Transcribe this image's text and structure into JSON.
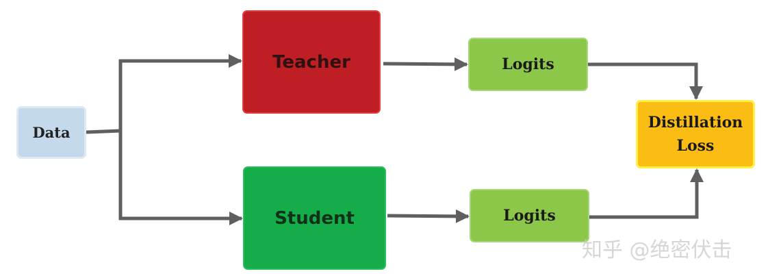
{
  "diagram": {
    "colors": {
      "arrow": "#5f5f5f",
      "data": "#c4d9ec",
      "teacher": "#be1e24",
      "student": "#15ad4a",
      "logits": "#8cc74a",
      "distillation_loss": "#fbbc14"
    },
    "nodes": {
      "data": {
        "label": "Data"
      },
      "teacher": {
        "label": "Teacher"
      },
      "student": {
        "label": "Student"
      },
      "logits_top": {
        "label": "Logits"
      },
      "logits_bottom": {
        "label": "Logits"
      },
      "distillation_loss": {
        "line1": "Distillation",
        "line2": "Loss"
      }
    },
    "edges": [
      {
        "from": "Data",
        "to": "Teacher"
      },
      {
        "from": "Data",
        "to": "Student"
      },
      {
        "from": "Teacher",
        "to": "Logits"
      },
      {
        "from": "Student",
        "to": "Logits"
      },
      {
        "from": "Logits",
        "to": "Distillation Loss"
      },
      {
        "from": "Logits",
        "to": "Distillation Loss"
      }
    ],
    "watermark": "知乎 @绝密伏击"
  }
}
